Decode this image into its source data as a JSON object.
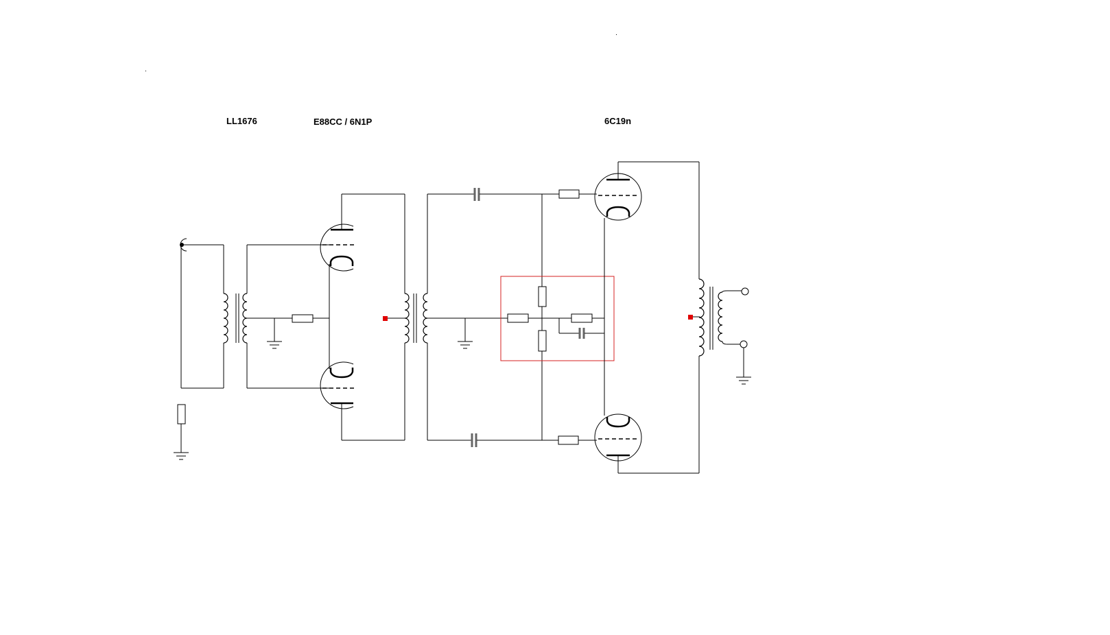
{
  "labels": {
    "input_transformer": "LL1676",
    "driver_tube": "E88CC / 6N1P",
    "output_tube": "6C19n"
  },
  "colors": {
    "wire": "#000000",
    "capacitor": "#666666",
    "highlight": "#d62020",
    "marker": "#e00000"
  }
}
